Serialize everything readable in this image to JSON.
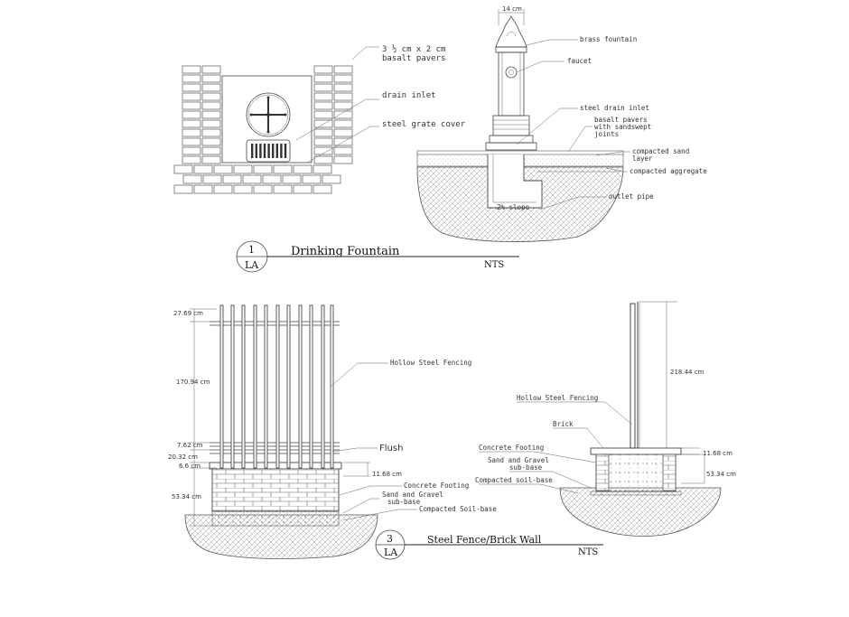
{
  "detail_1": {
    "callout_number": "1",
    "callout_sheet": "LA",
    "title": "Drinking Fountain",
    "scale": "NTS",
    "plan_labels": {
      "pavers_line1": "3 ½ cm x 2 cm",
      "pavers_line2": "basalt pavers",
      "drain_inlet": "drain inlet",
      "steel_grate_cover": "steel grate cover"
    },
    "section_labels": {
      "width_dim": "14 cm",
      "brass_fountain": "brass fountain",
      "faucet": "faucet",
      "steel_drain_inlet": "steel drain inlet",
      "basalt_pavers_line1": "basalt pavers",
      "basalt_pavers_line2": "with sandswept",
      "basalt_pavers_line3": "joints",
      "compacted_sand_line1": "compacted sand",
      "compacted_sand_line2": "layer",
      "compacted_aggregate": "compacted aggregate",
      "outlet_pipe": "outlet pipe",
      "slope": "2% slope"
    }
  },
  "detail_3": {
    "callout_number": "3",
    "callout_sheet": "LA",
    "title": "Steel Fence/Brick Wall",
    "scale": "NTS",
    "elevation_labels": {
      "dim_top": "27.69 cm",
      "dim_fence": "170.94 cm",
      "dim_7_62": "7.62 cm",
      "dim_20_32": "20.32 cm",
      "dim_6_6": "6.6 cm",
      "dim_53_34": "53.34 cm",
      "dim_11_68": "11.68 cm",
      "hollow_steel_fencing": "Hollow Steel Fencing",
      "flush": "Flush",
      "concrete_footing": "Concrete Footing",
      "sand_gravel_line1": "Sand and Gravel",
      "sand_gravel_line2": "sub-base",
      "compacted_soil": "Compacted Soil-base"
    },
    "section_labels": {
      "dim_218_44": "218.44 cm",
      "hollow_steel_fencing": "Hollow Steel Fencing",
      "brick": "Brick",
      "concrete_footing": "Concrete Footing",
      "sand_gravel_line1": "Sand and Gravel",
      "sand_gravel_line2": "sub-base",
      "compacted_soil": "Compacted soil-base",
      "dim_11_68": "11.68 cm",
      "dim_53_34": "53.34 cm"
    }
  }
}
